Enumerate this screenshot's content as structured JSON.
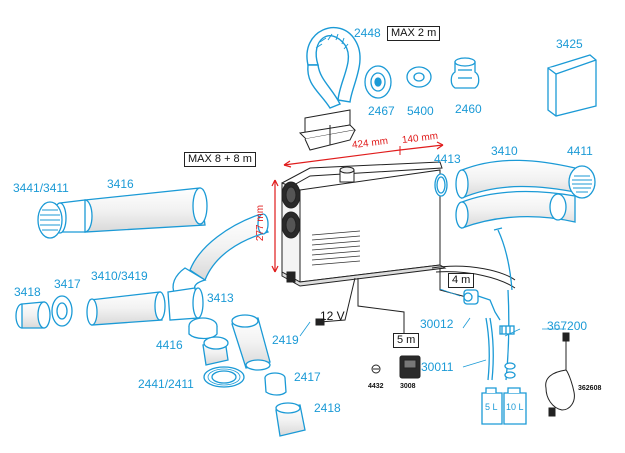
{
  "labels": {
    "p2448": "2448",
    "max2m": "MAX 2 m",
    "p2467": "2467",
    "p5400": "5400",
    "p2460": "2460",
    "p3425": "3425",
    "max88": "MAX 8 + 8 m",
    "dim424": "424 mm",
    "dim140": "140 mm",
    "dim277": "277 mm",
    "p4413": "4413",
    "p3410r": "3410",
    "p4411": "4411",
    "p3441": "3441/3411",
    "p3416": "3416",
    "p3418": "3418",
    "p3417": "3417",
    "p3410_3419": "3410/3419",
    "p3413": "3413",
    "p4416": "4416",
    "p2441": "2441/2411",
    "p2419": "2419",
    "p2417": "2417",
    "p2418": "2418",
    "v12": "12 V",
    "m5": "5 m",
    "m4": "4 m",
    "p30012": "30012",
    "p367200": "367200",
    "p30011": "30011",
    "p4432": "4432",
    "p3008": "3008",
    "p362608": "362608",
    "can5": "5 L",
    "can10": "10 L"
  },
  "colors": {
    "accent": "#1b9ad6",
    "dimension": "#e01c1c",
    "line": "#222222"
  }
}
